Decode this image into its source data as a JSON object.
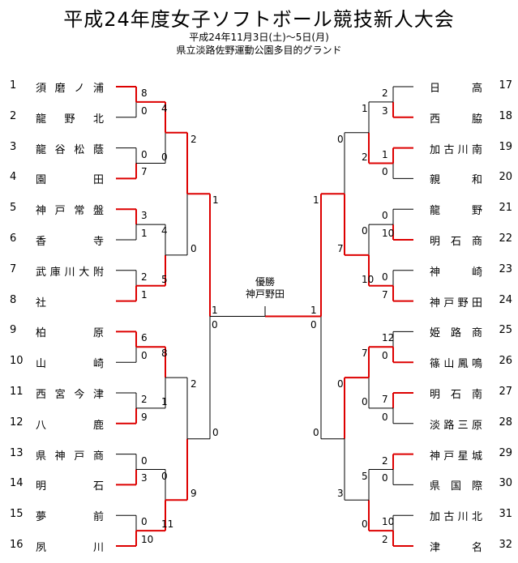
{
  "header": {
    "title": "平成24年度女子ソフトボール競技新人大会",
    "date": "平成24年11月3日(土)～5日(月)",
    "venue": "県立淡路佐野運動公園多目的グランド"
  },
  "champion": {
    "label": "優勝",
    "team": "神戸野田"
  },
  "colors": {
    "win": "#dd0000",
    "line": "#000000"
  },
  "teams": [
    {
      "no": "1",
      "name": "須磨ノ浦"
    },
    {
      "no": "2",
      "name": "龍野北"
    },
    {
      "no": "3",
      "name": "龍谷松蔭"
    },
    {
      "no": "4",
      "name": "園田"
    },
    {
      "no": "5",
      "name": "神戸常盤"
    },
    {
      "no": "6",
      "name": "香寺"
    },
    {
      "no": "7",
      "name": "武庫川大附"
    },
    {
      "no": "8",
      "name": "社"
    },
    {
      "no": "9",
      "name": "柏原"
    },
    {
      "no": "10",
      "name": "山崎"
    },
    {
      "no": "11",
      "name": "西宮今津"
    },
    {
      "no": "12",
      "name": "八鹿"
    },
    {
      "no": "13",
      "name": "県神戸商"
    },
    {
      "no": "14",
      "name": "明石"
    },
    {
      "no": "15",
      "name": "夢前"
    },
    {
      "no": "16",
      "name": "夙川"
    },
    {
      "no": "17",
      "name": "日高"
    },
    {
      "no": "18",
      "name": "西脇"
    },
    {
      "no": "19",
      "name": "加古川南"
    },
    {
      "no": "20",
      "name": "親和"
    },
    {
      "no": "21",
      "name": "龍野"
    },
    {
      "no": "22",
      "name": "明石商"
    },
    {
      "no": "23",
      "name": "神崎"
    },
    {
      "no": "24",
      "name": "神戸野田"
    },
    {
      "no": "25",
      "name": "姫路商"
    },
    {
      "no": "26",
      "name": "篠山鳳鳴"
    },
    {
      "no": "27",
      "name": "明石南"
    },
    {
      "no": "28",
      "name": "淡路三原"
    },
    {
      "no": "29",
      "name": "神戸星城"
    },
    {
      "no": "30",
      "name": "県国際"
    },
    {
      "no": "31",
      "name": "加古川北"
    },
    {
      "no": "32",
      "name": "津名"
    }
  ],
  "scores": [
    "8",
    "0",
    "0",
    "7",
    "3",
    "1",
    "2",
    "1",
    "6",
    "0",
    "2",
    "9",
    "0",
    "3",
    "0",
    "10",
    "4",
    "0",
    "4",
    "5",
    "8",
    "1",
    "0",
    "11",
    "2",
    "0",
    "2",
    "9",
    "1",
    "0",
    "0",
    "1",
    "2",
    "3",
    "1",
    "0",
    "0",
    "10",
    "0",
    "7",
    "12",
    "0",
    "7",
    "0",
    "2",
    "0",
    "10",
    "2",
    "1",
    "2",
    "0",
    "10",
    "7",
    "0",
    "5",
    "0",
    "0",
    "7",
    "0",
    "3",
    "1",
    "0"
  ]
}
